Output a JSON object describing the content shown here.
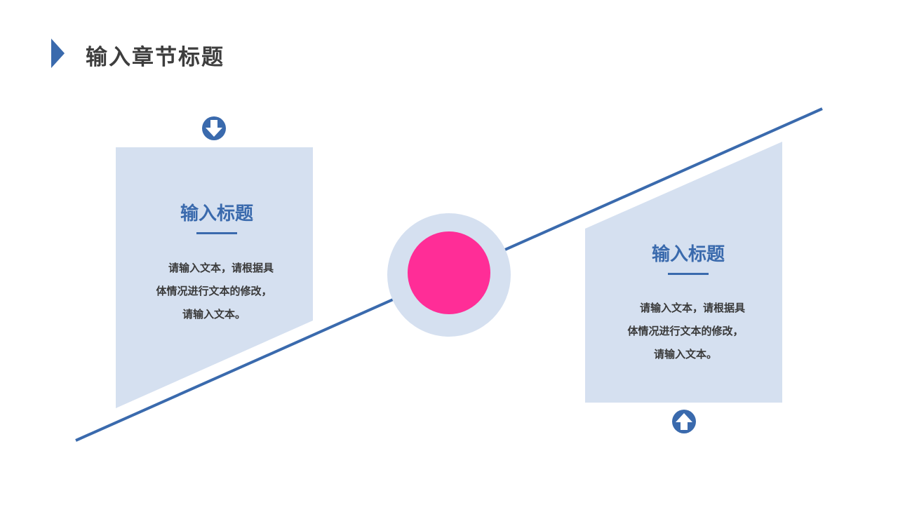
{
  "header": {
    "title": "输入章节标题"
  },
  "colors": {
    "accent": "#3a6aad",
    "panel": "#d5e0f0",
    "highlight": "#ff2d97"
  },
  "cards": [
    {
      "title": "输入标题",
      "lines": [
        "请输入文本，请根据具",
        "体情况进行文本的修改，",
        "请输入文本。"
      ],
      "icon": "arrow-down-circle-icon"
    },
    {
      "title": "输入标题",
      "lines": [
        "请输入文本，请根据具",
        "体情况进行文本的修改，",
        "请输入文本。"
      ],
      "icon": "arrow-up-circle-icon"
    }
  ]
}
